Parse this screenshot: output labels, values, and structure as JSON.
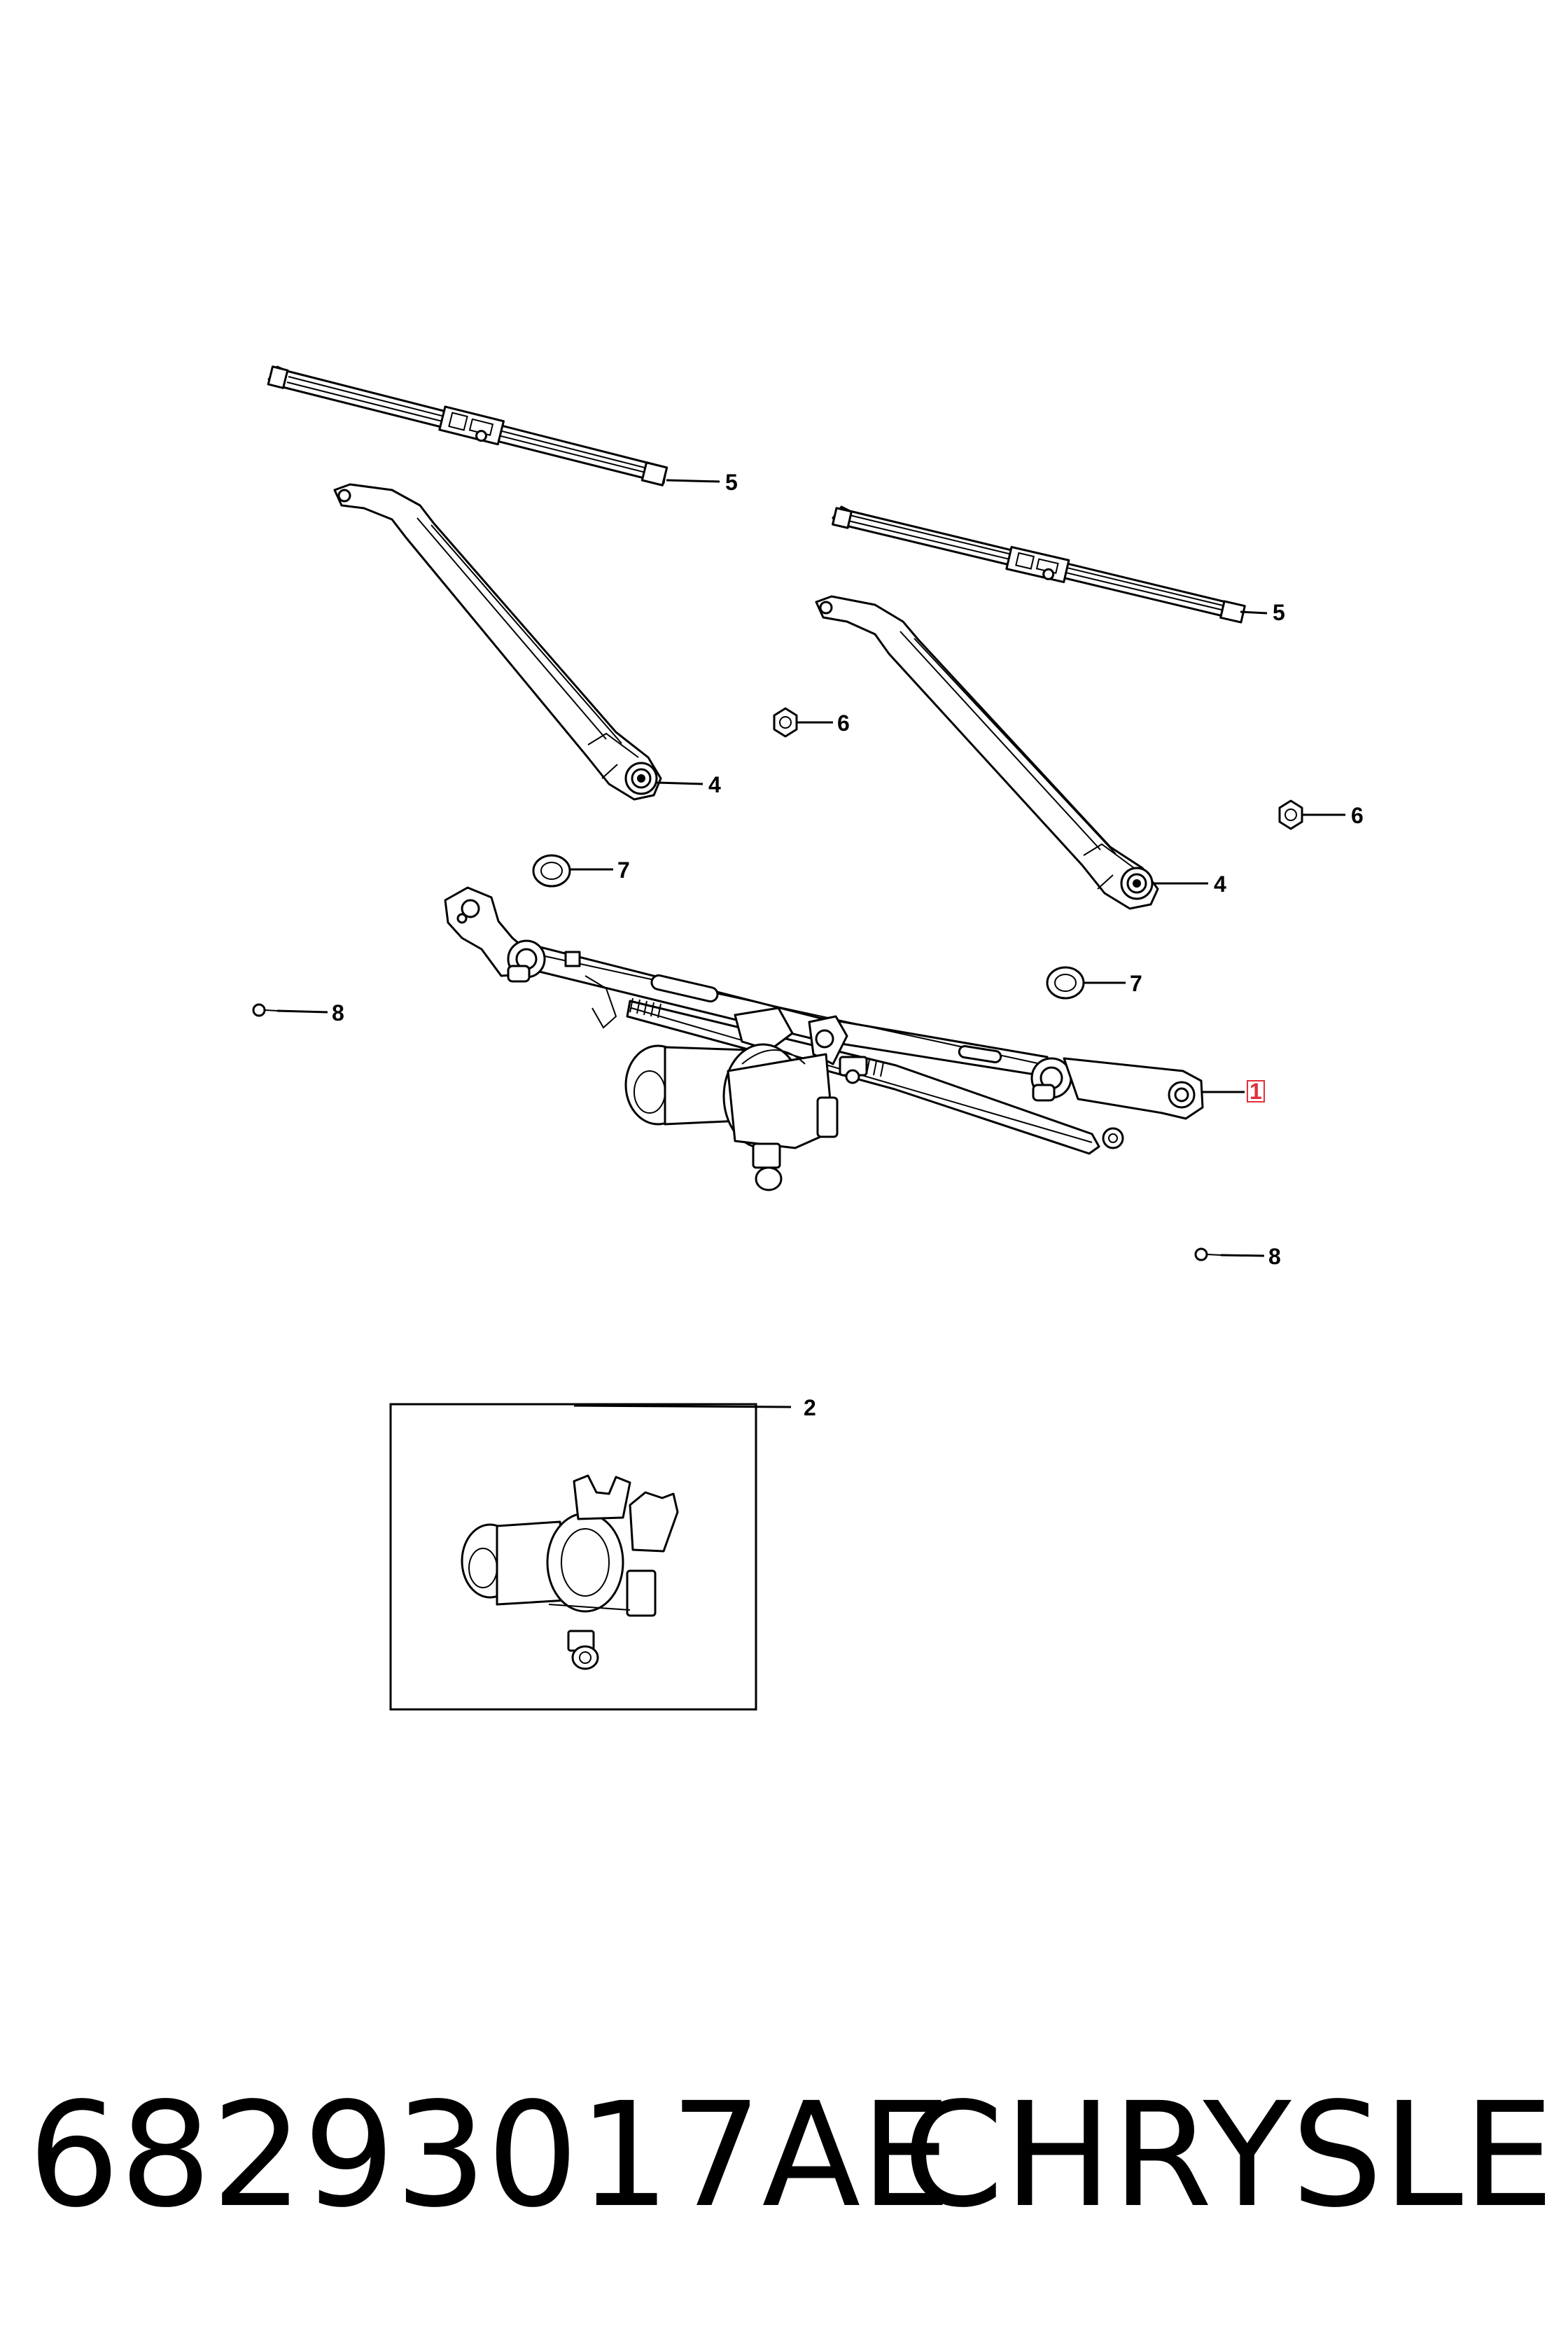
{
  "callouts": {
    "c1": "1",
    "c2": "2",
    "c4a": "4",
    "c4b": "4",
    "c5a": "5",
    "c5b": "5",
    "c6a": "6",
    "c6b": "6",
    "c7a": "7",
    "c7b": "7",
    "c8a": "8",
    "c8b": "8"
  },
  "footer": {
    "part_number": "68293017AE",
    "brand": "CHRYSLER"
  },
  "colors": {
    "highlight": "#e0303a",
    "line": "#000000",
    "background": "#ffffff"
  }
}
